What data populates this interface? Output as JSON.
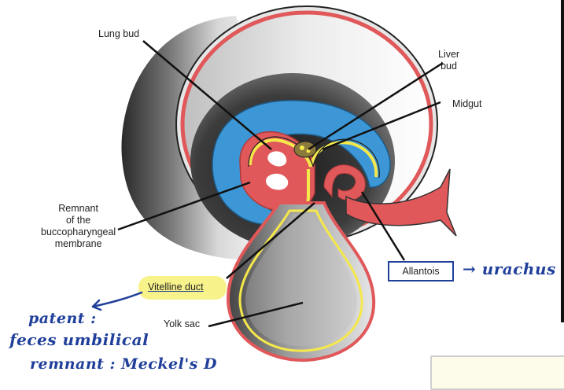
{
  "labels": {
    "lung_bud": "Lung bud",
    "liver_bud": "Liver\nbud",
    "midgut": "Midgut",
    "remnant": "Remnant\nof the\nbuccopharyngeal\nmembrane",
    "vitelline_duct": "Vitelline duct",
    "yolk_sac": "Yolk sac",
    "allantois": "Allantois"
  },
  "handwriting": {
    "arrow_urachus": "→ urachus",
    "patent": "patent :",
    "fecal": "feces umbilical",
    "remnant_note": "remnant : Meckel's D"
  },
  "colors": {
    "ectoderm_red": "#e0585a",
    "mesoderm_blue": "#3d97d6",
    "endoderm_yellow": "#f5e84a",
    "liver_olive": "#8c7a3c",
    "ink_blue": "#1f3f9a",
    "highlight": "#f7f28a"
  }
}
